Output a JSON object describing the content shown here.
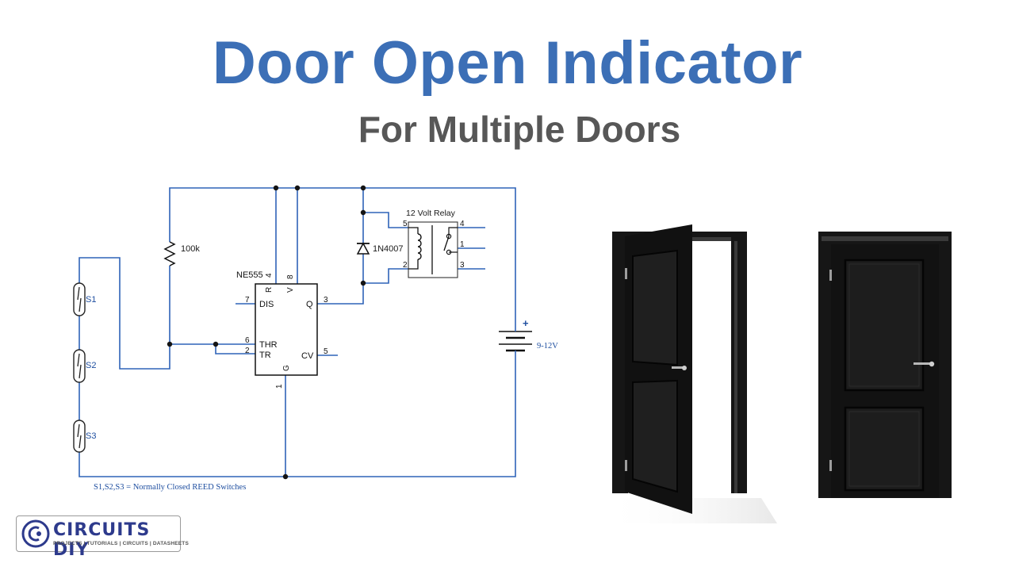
{
  "header": {
    "title": "Door Open Indicator",
    "subtitle": "For Multiple Doors"
  },
  "schematic": {
    "resistor": "100k",
    "ic": "NE555",
    "diode": "1N4007",
    "relay": "12 Volt Relay",
    "battery": "9-12V",
    "battery_plus": "+",
    "switches": [
      "S1",
      "S2",
      "S3"
    ],
    "note": "S1,S2,S3 = Normally Closed REED Switches",
    "pins": {
      "reset_num": "4",
      "reset": "R",
      "vcc_num": "8",
      "vcc": "V",
      "dis_num": "7",
      "dis": "DIS",
      "out_num": "3",
      "out": "Q",
      "thr_num": "6",
      "thr": "THR",
      "tr_num": "2",
      "tr": "TR",
      "cv_num": "5",
      "cv": "CV",
      "gnd_num": "1",
      "gnd": "G"
    },
    "relay_pins": {
      "p5": "5",
      "p2": "2",
      "p4": "4",
      "p1": "1",
      "p3": "3"
    }
  },
  "logo": {
    "name": "CIRCUITS DIY",
    "tagline": "PROJECTS | TUTORIALS | CIRCUITS | DATASHEETS"
  },
  "colors": {
    "wire": "#2f63b8",
    "title": "#3c6fb6",
    "subtitle": "#575757",
    "door": "#161616"
  }
}
